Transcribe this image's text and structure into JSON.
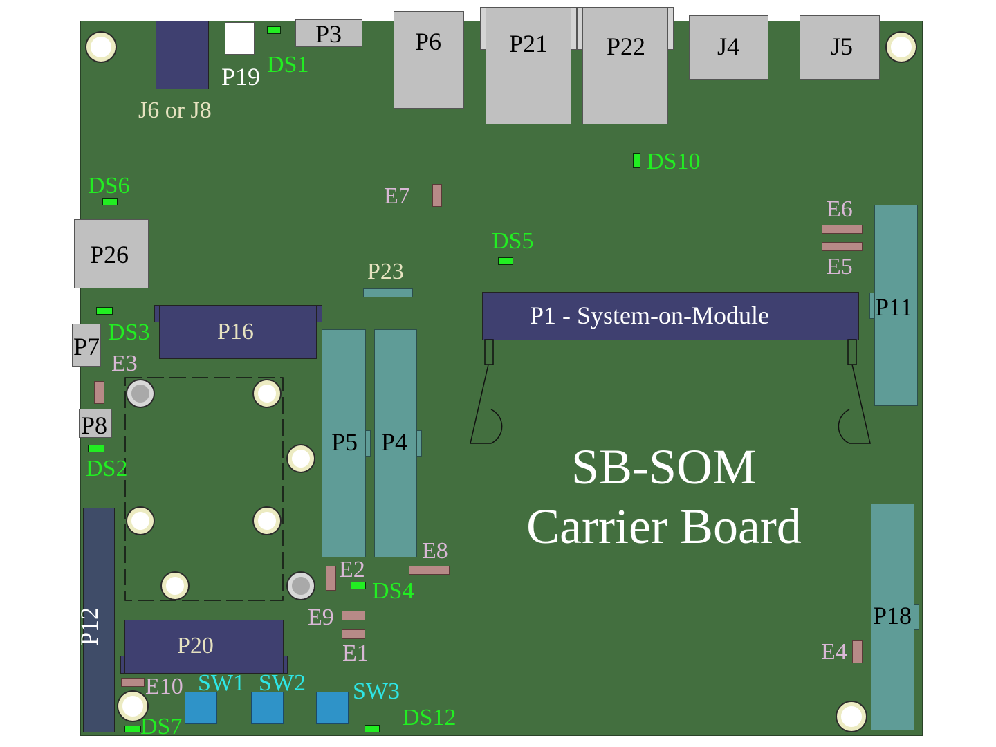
{
  "board": {
    "title_line1": "SB-SOM",
    "title_line2": "Carrier Board"
  },
  "connectors": {
    "p1": "P1 - System-on-Module",
    "p3": "P3",
    "p4": "P4",
    "p5": "P5",
    "p6": "P6",
    "p7": "P7",
    "p8": "P8",
    "p11": "P11",
    "p12": "P12",
    "p16": "P16",
    "p18": "P18",
    "p19": "P19",
    "p20": "P20",
    "p21": "P21",
    "p22": "P22",
    "p23": "P23",
    "p26": "P26",
    "j4": "J4",
    "j5": "J5",
    "j6_or_j8": "J6 or J8"
  },
  "leds": {
    "ds1": "DS1",
    "ds2": "DS2",
    "ds3": "DS3",
    "ds4": "DS4",
    "ds5": "DS5",
    "ds6": "DS6",
    "ds7": "DS7",
    "ds10": "DS10",
    "ds12": "DS12"
  },
  "jumpers": {
    "e1": "E1",
    "e2": "E2",
    "e3": "E3",
    "e4": "E4",
    "e5": "E5",
    "e6": "E6",
    "e7": "E7",
    "e8": "E8",
    "e9": "E9",
    "e10": "E10"
  },
  "switches": {
    "sw1": "SW1",
    "sw2": "SW2",
    "sw3": "SW3"
  },
  "colors": {
    "board": "#436f3f",
    "connector_gray": "#c0c0c0",
    "connector_navy": "#3f4070",
    "header_teal": "#5f9c97",
    "led_green": "#22ee22",
    "jumper_pad": "#b78a87",
    "switch_blue": "#2f93c8",
    "led_label": "#22ee22",
    "jumper_label": "#d9b8d6",
    "switch_label": "#2ee6e6"
  }
}
